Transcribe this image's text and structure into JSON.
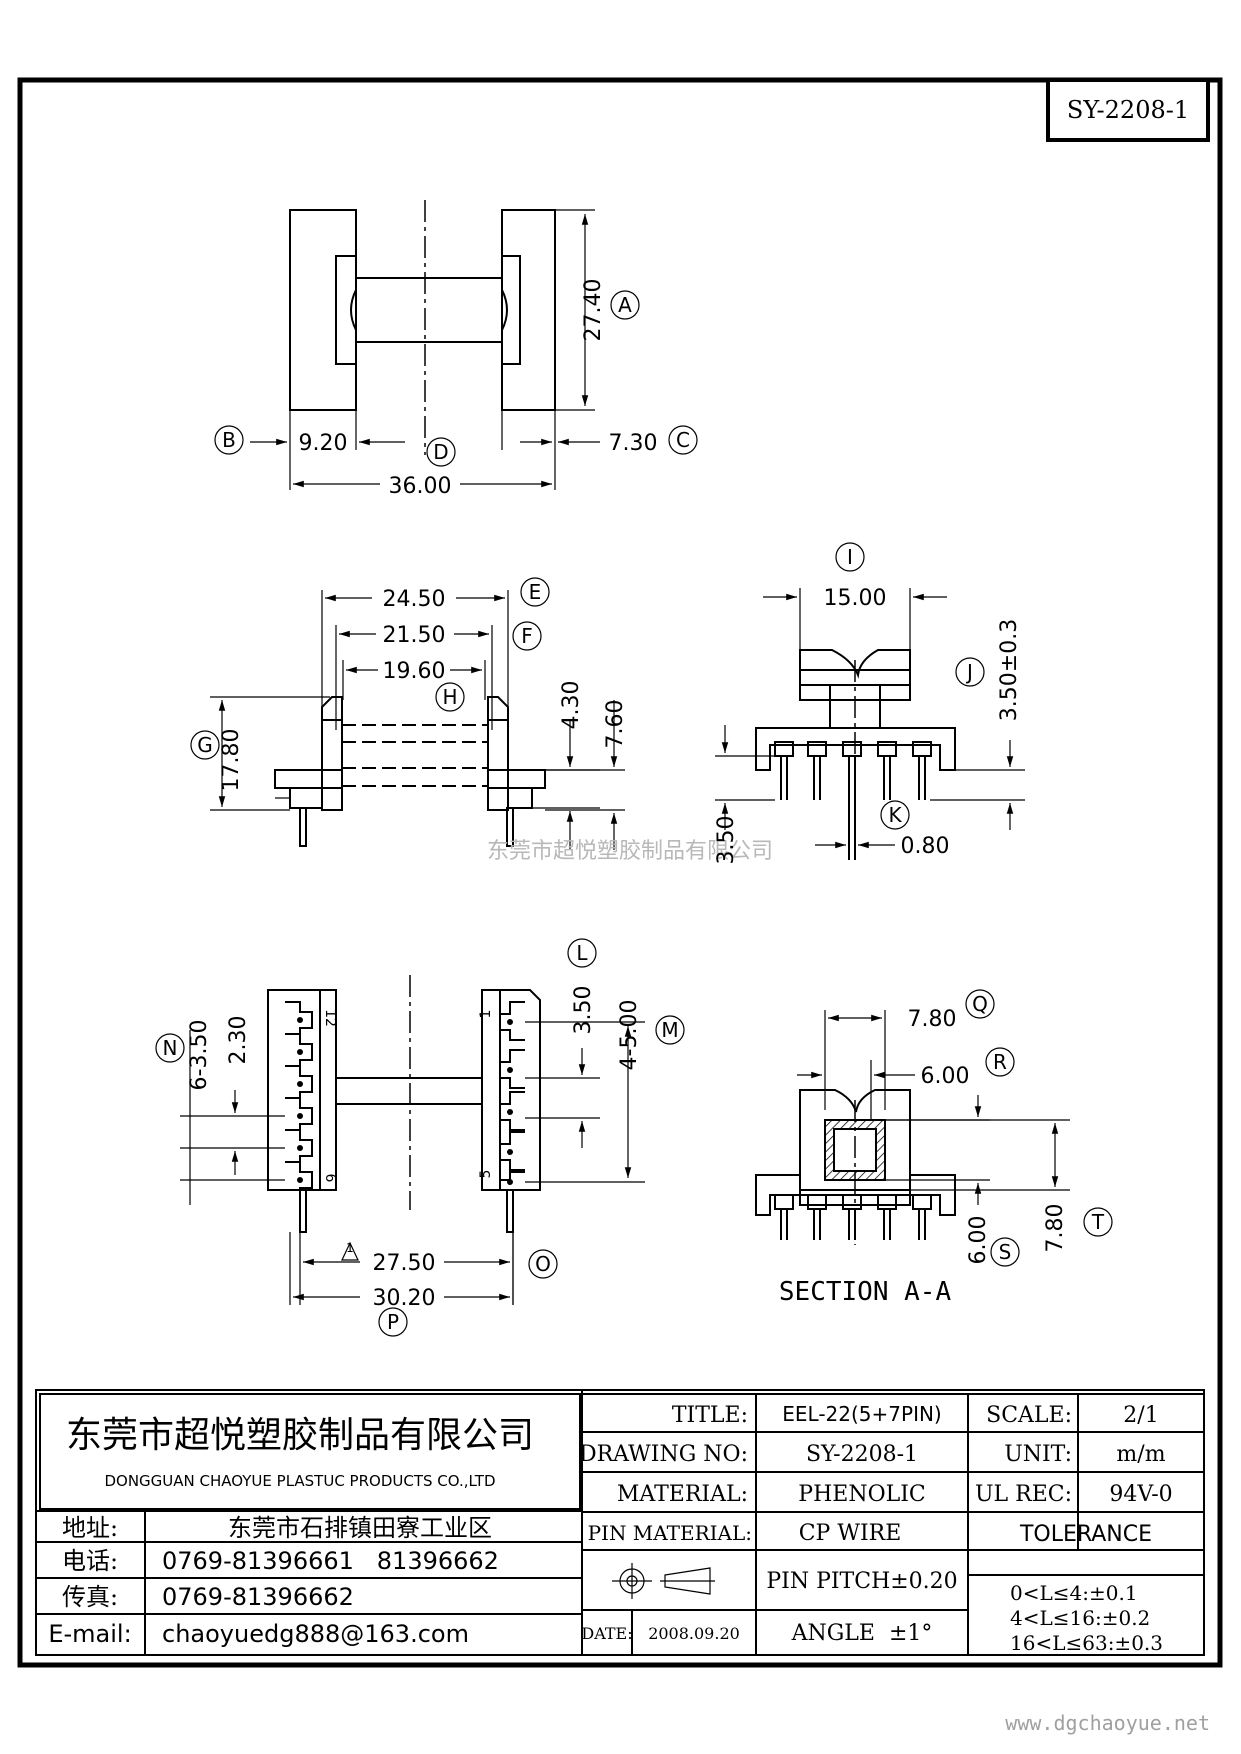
{
  "drawing_no_corner": "SY-2208-1",
  "watermark_center": "东莞市超悦塑胶制品有限公司",
  "watermark_footer": "www.dgchaoyue.net",
  "top_view": {
    "dim_a": "27.40",
    "mark_a": "A",
    "dim_b": "9.20",
    "mark_b": "B",
    "dim_c": "7.30",
    "mark_c": "C",
    "dim_d": "36.00",
    "mark_d": "D"
  },
  "front_view": {
    "dim_e": "24.50",
    "mark_e": "E",
    "dim_f": "21.50",
    "mark_f": "F",
    "dim_h": "19.60",
    "mark_h": "H",
    "dim_g": "17.80",
    "mark_g": "G",
    "dim_430": "4.30",
    "dim_760": "7.60"
  },
  "side_view": {
    "dim_i": "15.00",
    "mark_i": "I",
    "dim_j": "3.50±0.3",
    "mark_j": "J",
    "dim_k": "0.80",
    "mark_k": "K",
    "dim_350": "3.50"
  },
  "bottom_view": {
    "mark_l": "L",
    "dim_l": "3.50",
    "mark_m": "M",
    "dim_m": "4-5.00",
    "mark_n": "N",
    "dim_n": "6-3.50",
    "dim_230": "2.30",
    "dim_o": "27.50",
    "mark_o": "O",
    "dim_p": "30.20",
    "mark_p": "P",
    "pin_labels_left": [
      "12",
      "6"
    ],
    "pin_labels_right": [
      "1",
      "5"
    ],
    "note_symbol": "1"
  },
  "section_view": {
    "dim_q": "7.80",
    "mark_q": "Q",
    "dim_r": "6.00",
    "mark_r": "R",
    "dim_s": "6.00",
    "mark_s": "S",
    "dim_t": "7.80",
    "mark_t": "T",
    "label": "SECTION A-A"
  },
  "title_block": {
    "company_cn": "东莞市超悦塑胶制品有限公司",
    "company_en": "DONGGUAN CHAOYUE PLASTUC PRODUCTS CO.,LTD",
    "address_label": "地址:",
    "address_value": "东莞市石排镇田寮工业区",
    "phone_label": "电话:",
    "phone_value": "0769-81396661   81396662",
    "fax_label": "传真:",
    "fax_value": "0769-81396662",
    "email_label": "E-mail:",
    "email_value": "chaoyuedg888@163.com",
    "title_label": "TITLE:",
    "title_value": "EEL-22(5+7PIN)",
    "scale_label": "SCALE:",
    "scale_value": "2/1",
    "drawing_no_label": "DRAWING NO:",
    "drawing_no_value": "SY-2208-1",
    "unit_label": "UNIT:",
    "unit_value": "m/m",
    "material_label": "MATERIAL:",
    "material_value": "PHENOLIC",
    "ul_label": "UL REC:",
    "ul_value": "94V-0",
    "pin_material_label": "PIN MATERIAL:",
    "pin_material_value": "CP WIRE",
    "tolerance_label": "TOLERANCE",
    "pin_pitch_value": "PIN PITCH±0.20",
    "tol_1": "0<L≤4:±0.1",
    "tol_2": "4<L≤16:±0.2",
    "tol_3": "16<L≤63:±0.3",
    "date_label": "DATE:",
    "date_value": "2008.09.20",
    "angle_value": "ANGLE  ±1°"
  }
}
